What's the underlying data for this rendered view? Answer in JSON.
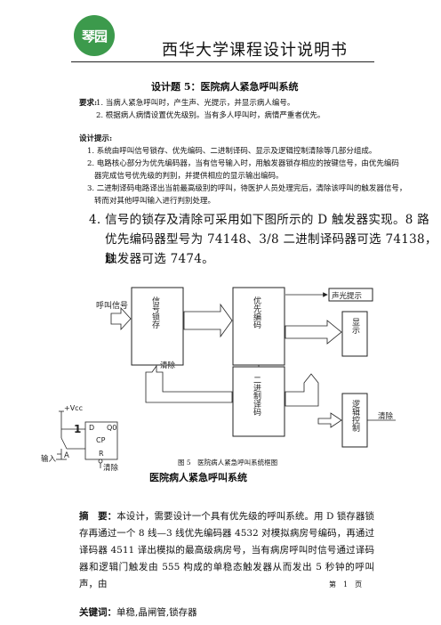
{
  "header": {
    "logo_text": "琴园",
    "title": "西华大学课程设计说明书"
  },
  "task_title": "设计题 5：医院病人紧急呼叫系统",
  "requirements": {
    "label": "要求:",
    "items": [
      "1. 当病人紧急呼叫时，产生声、光提示，并显示病人编号。",
      "2. 根据病人病情设置优先级别。当有多人呼叫时，病情严重者优先。"
    ]
  },
  "hints": {
    "label": "设计提示:",
    "items": [
      "1. 系统由呼叫信号锁存、优先编码、二进制译码、显示及逻辑控制清除等几部分组成。",
      "2. 电路核心部分为优先编码器，当有信号输入时，用触发器锁存相应的按键信号，由优先编码",
      "器完成信号优先级的判别，并提供相应的显示输出编码。",
      "3. 二进制译码电路译出当前最高级别的呼叫，待医护人员处理完后，清除该呼叫的触发器信号，",
      "转而对其他呼叫输入进行判别处理。"
    ],
    "item4_lines": [
      "4. 信号的锁存及清除可采用如下图所示的 D 触发器实现。8 路",
      "优先编码器型号为 74148、3/8 二进制译码器可选 74138，D",
      "触发器可选 7474。"
    ]
  },
  "diagram": {
    "call_signal": "呼叫信号",
    "latch": "信号锁存",
    "encoder": "优先编码",
    "sound_light": "声光提示",
    "display": "显示",
    "decoder": "二进制译码",
    "logic_ctrl": "逻辑控制",
    "clear1": "清除",
    "clear2": "清除",
    "clear3": "清除",
    "vcc": "+Vcc",
    "one": "1",
    "d": "D",
    "q0": "Q0",
    "cp": "CP",
    "r": "R",
    "a": "A",
    "input": "输入",
    "caption": "图 5　医院病人紧急呼叫系统框图"
  },
  "section_title": "医院病人紧急呼叫系统",
  "abstract": {
    "label": "摘　要：",
    "text": "本设计，需要设计一个具有优先级的呼叫系统。用 D 锁存器锁存再通过一个 8 线—3 线优先编码器 4532 对模拟病房号编码，再通过译码器 4511 译出模拟的最高级病房号，当有病房呼叫时信号通过译码器和逻辑门触发由 555 构成的单稳态触发器从而发出 5 秒钟的呼叫声，由"
  },
  "footer": {
    "page_label": "第　1　页"
  },
  "keywords": {
    "label": "关键词：",
    "text": "单稳,晶闸管,锁存器"
  }
}
